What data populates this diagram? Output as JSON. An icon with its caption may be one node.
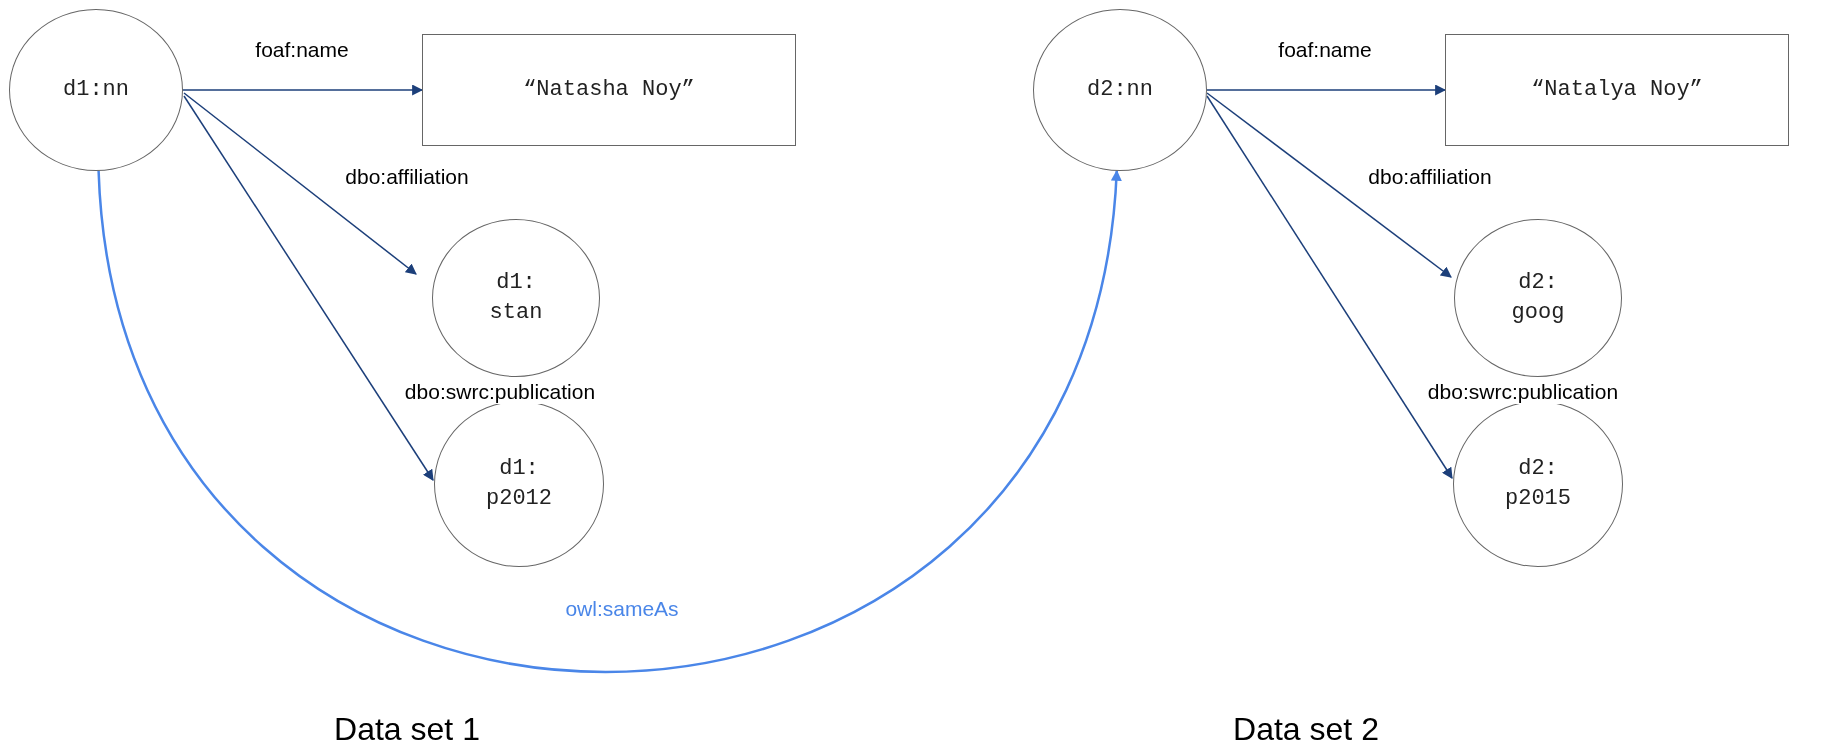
{
  "diagram": {
    "nodes": [
      {
        "text": [
          "d1:nn"
        ]
      },
      {
        "text": [
          "“Natasha Noy”"
        ]
      },
      {
        "text": [
          "d1: stan"
        ]
      },
      {
        "text": [
          "d1: p2012"
        ]
      },
      {
        "text": [
          "d2:nn"
        ]
      },
      {
        "text": [
          "“Natalya Noy”"
        ]
      },
      {
        "text": [
          "d2: goog"
        ]
      },
      {
        "text": [
          "d2: p2015"
        ]
      }
    ],
    "edges": [
      {
        "from": 0,
        "to": 1,
        "arrow": "to",
        "label": "foaf:name"
      },
      {
        "from": 0,
        "to": 2,
        "arrow": "to",
        "label": "dbo:affiliation"
      },
      {
        "from": 0,
        "to": 3,
        "arrow": "to",
        "label": "dbo:swrc:publication"
      },
      {
        "from": 4,
        "to": 5,
        "arrow": "to",
        "label": "foaf:name"
      },
      {
        "from": 4,
        "to": 6,
        "arrow": "to",
        "label": "dbo:affiliation"
      },
      {
        "from": 4,
        "to": 7,
        "arrow": "to",
        "label": "dbo:swrc:publication"
      },
      {
        "from": 0,
        "to": 4,
        "arrow": "to",
        "label": "owl:sameAs",
        "color": "#4a86e8"
      }
    ],
    "labels": [
      "Data set 1",
      "Data set 2"
    ]
  }
}
